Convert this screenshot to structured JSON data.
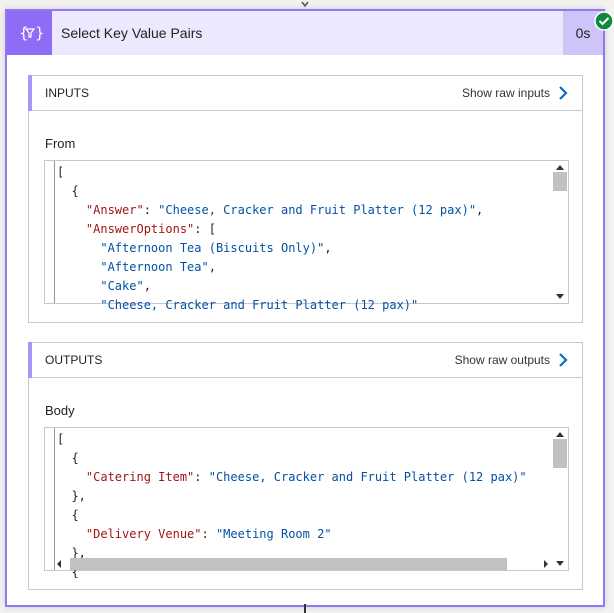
{
  "card": {
    "title": "Select Key Value Pairs",
    "duration": "0s",
    "status": "succeeded",
    "icon": "data-operation-select-icon",
    "colors": {
      "accent": "#8f6cf5",
      "header_bg": "#ece8fd",
      "duration_bg": "#cfc4fa",
      "success": "#0f8a3c"
    }
  },
  "inputs": {
    "section_label": "INPUTS",
    "raw_link": "Show raw inputs",
    "field_label": "From",
    "lines": [
      [
        {
          "t": "p",
          "v": "["
        }
      ],
      [
        {
          "t": "p",
          "v": "  {"
        }
      ],
      [
        {
          "t": "p",
          "v": "    "
        },
        {
          "t": "k",
          "v": "\"Answer\""
        },
        {
          "t": "p",
          "v": ": "
        },
        {
          "t": "s",
          "v": "\"Cheese, Cracker and Fruit Platter (12 pax)\""
        },
        {
          "t": "p",
          "v": ","
        }
      ],
      [
        {
          "t": "p",
          "v": "    "
        },
        {
          "t": "k",
          "v": "\"AnswerOptions\""
        },
        {
          "t": "p",
          "v": ": ["
        }
      ],
      [
        {
          "t": "p",
          "v": "      "
        },
        {
          "t": "s",
          "v": "\"Afternoon Tea (Biscuits Only)\""
        },
        {
          "t": "p",
          "v": ","
        }
      ],
      [
        {
          "t": "p",
          "v": "      "
        },
        {
          "t": "s",
          "v": "\"Afternoon Tea\""
        },
        {
          "t": "p",
          "v": ","
        }
      ],
      [
        {
          "t": "p",
          "v": "      "
        },
        {
          "t": "s",
          "v": "\"Cake\""
        },
        {
          "t": "p",
          "v": ","
        }
      ],
      [
        {
          "t": "p",
          "v": "      "
        },
        {
          "t": "s",
          "v": "\"Cheese, Cracker and Fruit Platter (12 pax)\""
        }
      ]
    ]
  },
  "outputs": {
    "section_label": "OUTPUTS",
    "raw_link": "Show raw outputs",
    "field_label": "Body",
    "lines": [
      [
        {
          "t": "p",
          "v": "["
        }
      ],
      [
        {
          "t": "p",
          "v": "  {"
        }
      ],
      [
        {
          "t": "p",
          "v": "    "
        },
        {
          "t": "k",
          "v": "\"Catering Item\""
        },
        {
          "t": "p",
          "v": ": "
        },
        {
          "t": "s",
          "v": "\"Cheese, Cracker and Fruit Platter (12 pax)\""
        }
      ],
      [
        {
          "t": "p",
          "v": "  },"
        }
      ],
      [
        {
          "t": "p",
          "v": "  {"
        }
      ],
      [
        {
          "t": "p",
          "v": "    "
        },
        {
          "t": "k",
          "v": "\"Delivery Venue\""
        },
        {
          "t": "p",
          "v": ": "
        },
        {
          "t": "s",
          "v": "\"Meeting Room 2\""
        }
      ],
      [
        {
          "t": "p",
          "v": "  },"
        }
      ],
      [
        {
          "t": "p",
          "v": "  {"
        }
      ]
    ]
  }
}
